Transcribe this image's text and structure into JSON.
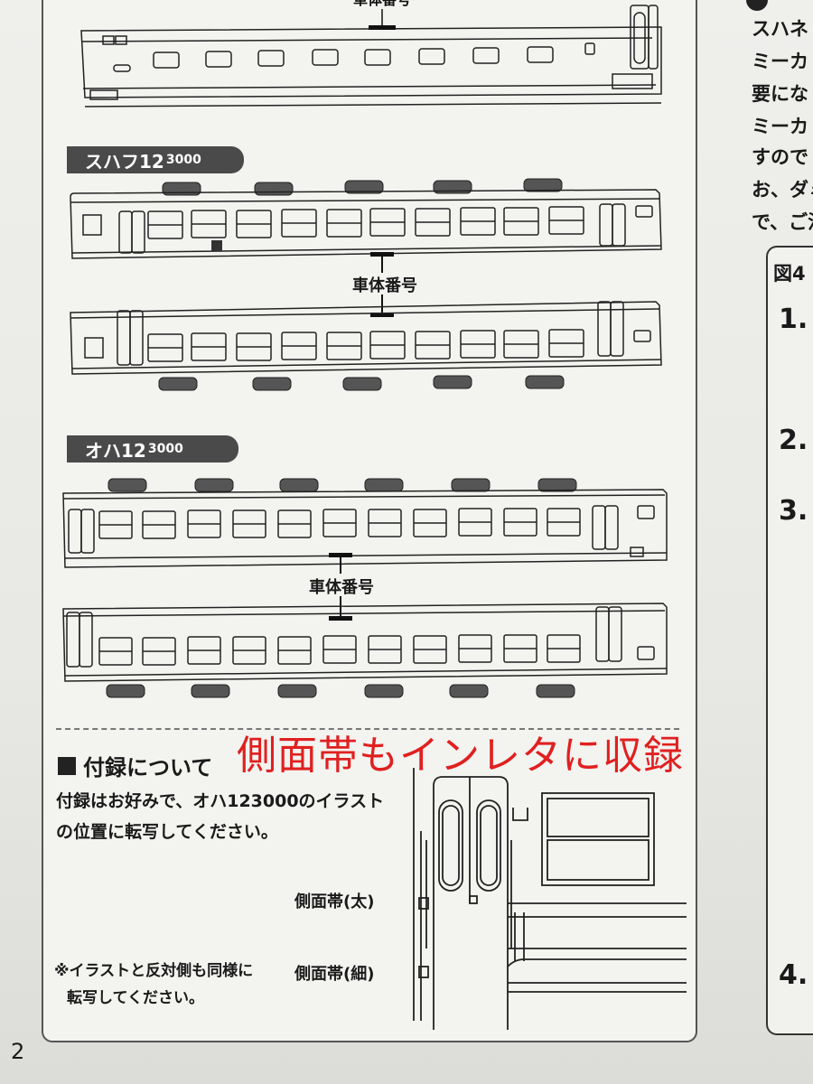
{
  "sections": [
    {
      "title": "スハフ12",
      "subtitle": "3000",
      "number_label": "車体番号"
    },
    {
      "title": "オハ12",
      "subtitle": "3000",
      "number_label": "車体番号"
    }
  ],
  "top_car": {
    "number_label": "車体番号"
  },
  "furoku": {
    "heading": "付録について",
    "body_line1": "付録はお好みで、オハ123000のイラスト",
    "body_line2": "の位置に転写してください。",
    "note_line1": "※イラストと反対側も同様に",
    "note_line2": "転写してください。",
    "callout_thick": "側面帯(太)",
    "callout_thin": "側面帯(細)"
  },
  "overlay_caption": "側面帯もインレタに収録",
  "right_column": {
    "lines": [
      "スハネ",
      "ミーカ",
      "要にな",
      "ミーカ",
      "すので",
      "お、ダミ",
      "で、ご注"
    ],
    "figure_label": "図4",
    "steps": [
      "1.",
      "2.",
      "3.",
      "4."
    ]
  },
  "page_number": "2"
}
